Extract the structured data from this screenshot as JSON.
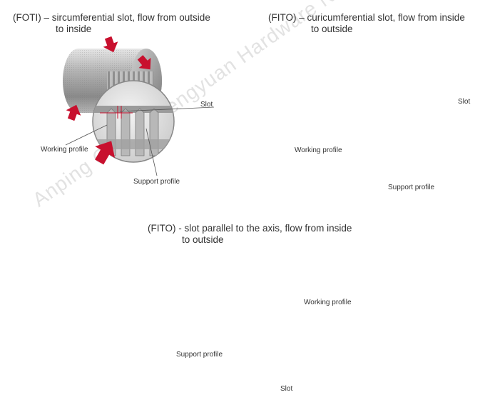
{
  "figures": [
    {
      "caption_line1": "(FOTI) – sircumferential slot, flow from outside",
      "caption_line2": "to inside",
      "labels": {
        "slot": "Slot",
        "working": "Working profile",
        "support": "Support profile"
      }
    },
    {
      "caption_line1": "(FITO) – curicumferential slot, flow from inside",
      "caption_line2": "to outside",
      "labels": {
        "slot": "Slot",
        "working": "Working profile",
        "support": "Support profile"
      }
    },
    {
      "caption_line1": "(FITO) - slot parallel to the axis, flow from inside",
      "caption_line2": "to outside",
      "labels": {
        "working": "Working profile",
        "support": "Support profile",
        "slot": "Slot"
      }
    }
  ],
  "watermark": "Anping County Hengyuan Hardware Netting Products Co.,Ltd",
  "colors": {
    "arrow": "#c8102e",
    "metal": "#9a9a9a",
    "text": "#333333"
  }
}
